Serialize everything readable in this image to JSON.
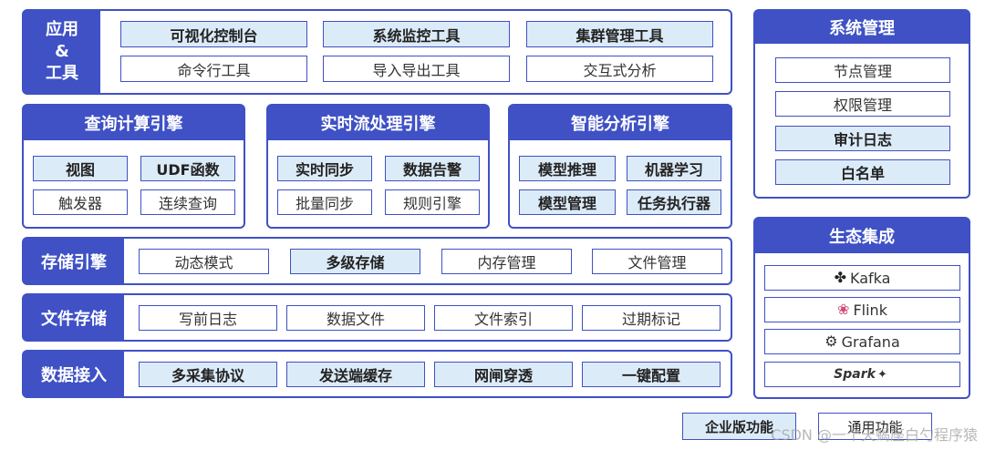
{
  "app": {
    "title_lines": [
      "应用",
      "&",
      "工具"
    ],
    "row1": [
      "可视化控制台",
      "系统监控工具",
      "集群管理工具"
    ],
    "row2": [
      "命令行工具",
      "导入导出工具",
      "交互式分析"
    ]
  },
  "query_engine": {
    "title": "查询计算引擎",
    "items": [
      "视图",
      "UDF函数",
      "触发器",
      "连续查询"
    ]
  },
  "stream_engine": {
    "title": "实时流处理引擎",
    "items": [
      "实时同步",
      "数据告警",
      "批量同步",
      "规则引擎"
    ]
  },
  "ai_engine": {
    "title": "智能分析引擎",
    "items": [
      "模型推理",
      "机器学习",
      "模型管理",
      "任务执行器"
    ]
  },
  "storage_engine": {
    "title": "存储引擎",
    "items": [
      "动态模式",
      "多级存储",
      "内存管理",
      "文件管理"
    ]
  },
  "file_storage": {
    "title": "文件存储",
    "items": [
      "写前日志",
      "数据文件",
      "文件索引",
      "过期标记"
    ]
  },
  "data_access": {
    "title": "数据接入",
    "items": [
      "多采集协议",
      "发送端缓存",
      "网闸穿透",
      "一键配置"
    ]
  },
  "system_mgmt": {
    "title": "系统管理",
    "items": [
      "节点管理",
      "权限管理",
      "审计日志",
      "白名单"
    ]
  },
  "ecosystem": {
    "title": "生态集成",
    "items": [
      "Kafka",
      "Flink",
      "Grafana",
      "Spark"
    ]
  },
  "legend": {
    "enterprise": "企业版功能",
    "general": "通用功能"
  },
  "watermark": "CSDN @一个天蝎座白勺程序猿",
  "colors": {
    "primary": "#3f51c5",
    "highlight": "#dcebf8"
  },
  "icons": [
    "kafka-icon",
    "flink-icon",
    "grafana-icon",
    "spark-icon"
  ]
}
